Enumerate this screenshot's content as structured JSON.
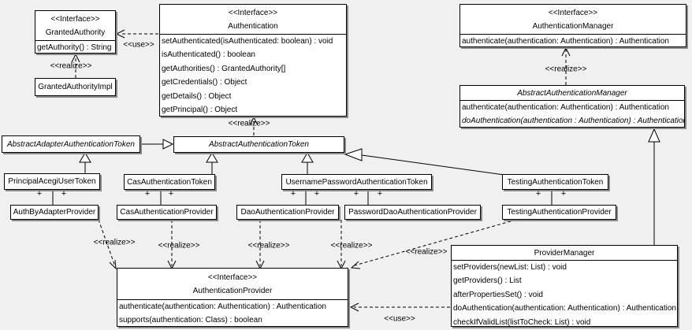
{
  "labels": {
    "use": "<<use>>",
    "realize": "<<realize>>",
    "plus": "+"
  },
  "colors": {
    "background": "#f0f0f0",
    "box_fill": "#ffffff",
    "line": "#000000",
    "shadow": "#8a8a8a"
  },
  "classes": {
    "granted_authority": {
      "stereotype": "<<Interface>>",
      "name": "GrantedAuthority",
      "methods": [
        "getAuthority() : String"
      ]
    },
    "granted_authority_impl": {
      "name": "GrantedAuthorityImpl"
    },
    "authentication": {
      "stereotype": "<<Interface>>",
      "name": "Authentication",
      "methods": [
        "setAuthenticated(isAuthenticated: boolean) : void",
        "isAuthenticated() : boolean",
        "getAuthorities() : GrantedAuthority[]",
        "getCredentials() : Object",
        "getDetails() : Object",
        "getPrincipal() : Object"
      ]
    },
    "authentication_manager": {
      "stereotype": "<<Interface>>",
      "name": "AuthenticationManager",
      "methods": [
        "authenticate(authentication: Authentication) : Authentication"
      ]
    },
    "abstract_authentication_manager": {
      "name": "AbstractAuthenticationManager",
      "methods": [
        "authenticate(authentication: Authentication) : Authentication",
        "doAuthentication(authentication : Authentication) : Authentication"
      ]
    },
    "abstract_adapter_authentication_token": {
      "name": "AbstractAdapterAuthenticationToken"
    },
    "abstract_authentication_token": {
      "name": "AbstractAuthenticationToken"
    },
    "principal_acegi_user_token": {
      "name": "PrincipalAcegiUserToken"
    },
    "cas_authentication_token": {
      "name": "CasAuthenticationToken"
    },
    "username_password_authentication_token": {
      "name": "UsernamePasswordAuthenticationToken"
    },
    "testing_authentication_token": {
      "name": "TestingAuthenticationToken"
    },
    "auth_by_adapter_provider": {
      "name": "AuthByAdapterProvider"
    },
    "cas_authentication_provider": {
      "name": "CasAuthenticationProvider"
    },
    "dao_authentication_provider": {
      "name": "DaoAuthenticationProvider"
    },
    "password_dao_authentication_provider": {
      "name": "PasswordDaoAuthenticationProvider"
    },
    "testing_authentication_provider": {
      "name": "TestingAuthenticationProvider"
    },
    "authentication_provider": {
      "stereotype": "<<Interface>>",
      "name": "AuthenticationProvider",
      "methods": [
        "authenticate(authentication: Authentication) : Authentication",
        "supports(authentication: Class) : boolean"
      ]
    },
    "provider_manager": {
      "name": "ProviderManager",
      "methods": [
        "setProviders(newList: List) : void",
        "getProviders() : List",
        "afterPropertiesSet() : void",
        "doAuthentication(authentication: Authentication) : Authentication",
        "checkIfValidList(listToCheck: List) : void"
      ]
    }
  }
}
